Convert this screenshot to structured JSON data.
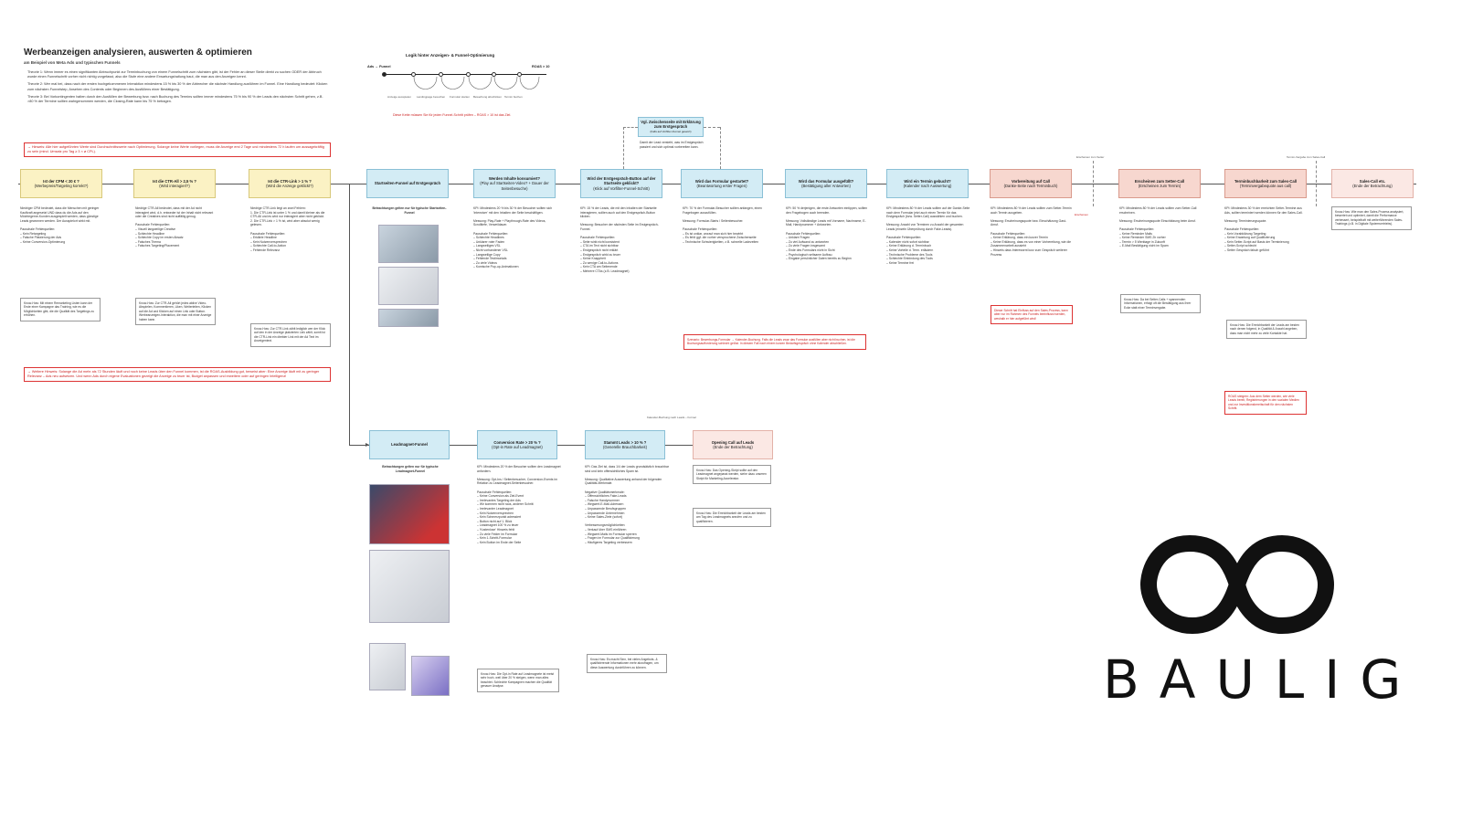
{
  "header": {
    "title": "Werbeanzeigen analysieren, auswerten & optimieren",
    "subtitle": "am Beispiel von Meta Ads und typischen Funnels"
  },
  "theories": [
    "Theorie 1: Wenn immer es einen signifikanten Abbruchpunkt zur Terminbuchung von einem Funnelschritt zum nächsten gibt, ist der Fehler an dieser Stelle direkt zu suchen ODER der Abbruch wurde einen Funnelschritt vorher nicht richtig vorgefasst, also die Stufe eine andere Erwartungshaltung baut, die man aus den Anzeigen kennt.",
    "Theorie 2: Wer mal bei, dass nach der ersten hochgekommenen Interaktion mindestens 15 % bis 30 % der Abbrecher die nächste Handlung ausführen im Funnel. Eine Handlung bedeutet: Klicken zum nächsten Funnelstep, Ansehen des Contents oder Beginnen des Ausfüllens einer Bestätigung.",
    "Theorie 3: Bei Vorkontingenten halten durch den Ausfüllen der Bewerbung bzw. nach Buchung des Termins sollten immer mindestens 75 % bis 90 % der Leads den nächsten Schritt gehen, z.B. >80 % der Termine sollten wahrgenommen werden, die Closing-Rate kann bis 75 % betragen."
  ],
  "hints": {
    "top": "→ Hinweis: Alle hier aufgeführten Werte sind Durchschnittswerte nach Optimierung. Solange keine Werte vorliegen, muss die Anzeige erst 2 Tage und mindestens 72 h laufen um aussagekräftig zu sein (mind. Umsatz pro Tag ≥ 3 × ø CPL).",
    "bottom": "→ Weitere Hinweis: Solange die Ad mehr als 72 Stunden läuft und noch keine Leads über den Funnel kommen, ist die ROAS-Ausbildung gut, beweist aber: Eine Anzeige läuft mit zu geringer Relevanz – Ads neu aufsetzen. Und wenn Ads durch eigene Evaluationen gezeigt die Anzeige zu teuer ist, Budget anpassen und erweitern oder auf geringen Intelligenz!"
  },
  "timeline": {
    "title": "Logik hinter Anzeigen- & Funnel-Optimierung",
    "start_label": "Ads → Funnel",
    "end_label": "ROAS > 10",
    "steps": [
      "Anzeige ausspielen",
      "Landingpage besuchen",
      "Formular starten",
      "Bewerbung abschicken",
      "Termin buchen"
    ],
    "red_note": "Diese Kette müssen Sie für jeden Funnel-Schritt prüfen – ROAS > 10 ist das Ziel."
  },
  "top_note": {
    "title": "Vgl. Zwischenseite mit Erklärung zum Erstgespräch",
    "subtitle": "(Falls auf Vorfilter-Funnel gesetzt)",
    "body": "Damit der Lead versteht, was im Erstgespräch passiert und sich optimal vorbereiten kann."
  },
  "upper_stages": [
    {
      "title": "Ist der CPM < 20 € ?",
      "sub": "(Werbepreis/Targeting korrekt?)"
    },
    {
      "title": "Ist die CTR-All > 2,5 % ?",
      "sub": "(Wird interagiert?)"
    },
    {
      "title": "Ist die CTR-Link > 1 % ?",
      "sub": "(Wird die Anzeige geklickt?)"
    },
    {
      "title": "Startseiten-Funnel auf Erstgespräch",
      "sub": ""
    },
    {
      "title": "Werden Inhalte konsumiert?",
      "sub": "(Play auf Startseiten-Video? + Dauer der Seitenbesuche)"
    },
    {
      "title": "Wird der Erstgespräch-Button auf der Startseite geklickt?",
      "sub": "(Klick auf Vorfilter-Funnel-Schritt)"
    },
    {
      "title": "Wird das Formular gestartet?",
      "sub": "(Beantwortung erster Fragen)"
    },
    {
      "title": "Wird das Formular ausgefüllt?",
      "sub": "(Bestätigung aller Antworten)"
    },
    {
      "title": "Wird ein Termin gebucht?",
      "sub": "(Kalender nach Auswertung)"
    },
    {
      "title": "Vorbereitung auf Call",
      "sub": "(Danke-Seite nach Terminbuch)"
    },
    {
      "title": "Erscheinen zum Setter-Call",
      "sub": "(Erscheinen zum Termin)"
    },
    {
      "title": "Terminbuchbarkeit zum Sales-Call",
      "sub": "(Terminvergabequote aus call)"
    },
    {
      "title": "Sales-Call etc.",
      "sub": "(Ende der Betrachtung)"
    }
  ],
  "lower_stages": [
    {
      "title": "Leadmagnet-Funnel",
      "sub": ""
    },
    {
      "title": "Conversion Rate > 20 % ?",
      "sub": "(Opt-in Rate auf Leadmagnet)"
    },
    {
      "title": "Stammt Leads > 10 % ?",
      "sub": "(Generelle Brauchbarkeit)"
    },
    {
      "title": "Opening Call auf Leads",
      "sub": "(Ende der Betrachtung)"
    }
  ],
  "column_texts": [
    "Niedriger CPM bedeutet, dass die Menschen mit geringer Kaufkraft angesetzt UND dass du die Ads auf den Möchtegerne-Kunden ausgespielt werden, dass günstige Leads gewonnen werden. Der Ausspielort wirkt mit.\n\nPauschale Fehlerquellen:\n– Kein Retargeting\n– Falsche Platzierung der Ads\n– Keine Conversion-Optimierung",
    "Niedrige CTR-All bedeutet, dass mit der Ad nicht interagiert wird, d.h. entweder ist der Inhalt nicht relevant oder die Creatives sind nicht auffällig genug.\n\nPauschale Fehlerquellen:\n– Visuell langweilige Creative\n– Schlechte Headline\n– Schlechte Copy im ersten Absatz\n– Falsches Thema\n– Falsches Targeting/Placement",
    "Niedrige CTR-Link liegt an zwei Fehlern:\n1. Die CTR-Link ist unter 1 % und damit kleiner als die CTR-All und es wird nur interagiert aber nicht geklickt.\n2. Die CTR-Link > 1 % ist, wird aber absolut wenig gelesen.\n\nPauschale Fehlerquellen:\n– Erklärte Headline\n– Kein Nutzenversprechen\n– Schlechte Call-to-Action\n– Fehlende Relevanz",
    "Betrachtungen gelten nur für typische Startseiten-Funnel",
    "KPI: Mindestens 20 % bis 30 % der Besucher sollten sich 'intensiver' mit den Inhalten der Seite beschäftigen.\n\nMessung: Play-Rate + Playthrough-Rate des Videos, Scrolltiefe, Verweildauer.\n\nPauschale Fehlerquellen:\n– Schlechte Headlines\n– Unklarer roter Faden\n– Langweiliges VSL\n– Nicht vorhandener VSL\n– Langweilige Copy\n– Fehlende Testimonials\n– Zu viele Videos\n– Komische Pop-up-Animationen",
    "KPI: 15 % der Leads, die mit den Inhalten der Startseite interagieren, sollten auch auf den Erstgespräch-Button klicken.\n\nMessung: Besucher der nächsten Seite im Erstgespräch-Funnel.\n\nPauschale Fehlerquellen:\n– Seite wirkt nicht konsistent\n– CTA im Text nicht sichtbar\n– Erstgespräch nicht erklärt\n– Erstgespräch wirkt zu teuer\n– Keine Knappheit\n– Zu wenige Call-to-Actions\n– Kein CTA am Seitenende\n– Mehrere CTAs (z.B. Leadmagnet)",
    "KPI: 70 % der Formular-Besucher sollten anfangen, einen Fragebogen auszufüllen.\n\nMessung: Formular-Starts / Seitenbesucher.\n\nPauschale Fehlerquellen:\n– Es ist unklar, worauf man sich hier bewirbt\n– Es fehlt ggf. die vorher versprochene Zwischenseite\n– Technische Schwierigkeiten, z.B. schnelle Ladezeiten",
    "KPI: 50 % derjenigen, die erste Antworten eintippen, sollten den Fragebogen auch beenden.\n\nMessung: Vollständige Leads mit Vorname, Nachname, E-Mail, Handynummer + Antworten.\n\nPauschale Fehlerquellen:\n– Unklare Fragen\n– Zu viel Aufwand zu antworten\n– Zu viele Fragen insgesamt\n– Ende des Formulars nicht in Sicht\n– Psychologisch seltsame Aufbau\n– Eingabe persönlicher Daten bereits zu Beginn",
    "KPI: Mindestens 80 % der Leads sollten auf der Danke-Seite nach dem Formular jetzt auch einen Termin für das Erstgespräch (bzw. Setter-Call) auswählen und buchen.\n\nMessung: Anzahl von Terminen zu Anzahl der gesamten Leads (einzeln Überprüfung durch Fake-Leads).\n\nPauschale Fehlerquellen:\n– Kalender nicht sofort sichtbar\n– Keine Erklärung d. Terminbuch\n– Keine Vorteile d. Term. erläutern\n– Technische Probleme des Tools\n– Schlechte Einbindung des Tools\n– Keine Termine frei",
    "KPI: Mindestens 80 % der Leads sollten zum Setter-Termin auch Termin ausgeben.\n\nMessung: Erscheinungsquote bzw. Einschätzung Gast-Anruf.\n\nPauschale Fehlerquellen:\n– Keine Erklärung, dass ein kurzer Termin\n– Keine Erklärung, dass es von einer Vorbereitung, wie die Zusammenarbeit aussieht\n– Hinweis dass Interessent kurz zum Gespräch weiterer Prozess",
    "KPI: Mindestens 80 % der Leads sollten zum Setter-Call erscheinen.\n\nMessung: Erscheinungsquote Einschätzung beim Anruf.\n\nPauschale Fehlerquellen:\n– Keine Reminder Mails\n– Keine Reminder SMS 2h vorher\n– Termin > 5 Werktage in Zukunft\n– E-Mail Bestätigung nicht im Spam",
    "KPI: Mindestens 30 % der erreichten Setter-Termine aus Ads, sollten terminiert werden können für den Sales-Call.\n\nMessung: Terminierungsquote.\n\nPauschale Fehlerquellen:\n– Kein Vorabklärung Targeting\n– Keine Erwartung auf Qualifizierung\n– Kein Setter-Script auf Basis der Terminierung\n– Setter-Script schlecht\n– Setter Gespräch falsch geführt",
    "Know-How: Wie man den Sales-Prozess analysiert, bewertet und optimiert, damit die Performance verbessert, beispielhaft mit weiterführenden Sales-Trainings (z.B. in Digitale Systemvertriebs)."
  ],
  "lower_texts": [
    "Betrachtungen gelten nur für typische Leadmagnet-Funnel",
    "KPI: Mindestens 20 % der Besucher sollten den Leadmagnet anfordern.\n\nMessung: Opt-Ins / Seitenbesucher, Conversion-Events im Relation zu Leadmagnet-Seitenbesucher.\n\nPauschale Fehlerquellen:\n– Keine Conversion als Ziel-Event\n– Irrelevantes Targeting der Ads\n– Wir kommen nicht raus, anderer Schritt\n– Irrelevanter Leadmagnet\n– Kein Nutzenversprechen\n– Kein Schmerzpunkt adressiert\n– Button nicht auf 1. Blick\n– Leadmagnet 100 % zu teuer\n– 'Kostenlose' Hinweis fehlt\n– Zu viele Felder im Formular\n– Kein 1-Schritt-Formular\n– Kein Button im Ende der Seite",
    "KPI: Das Ziel ist, dass 1/4 der Leads grundsätzlich brauchbar sind und kein offensichtliches Spam ist.\n\nMessung: Qualitative Auswertung anhand der folgenden Qualitäts-Merkmale.\n\nNegative Qualitätsmerkmale:\n– Offensichtliches Fake-Leads\n– Falsche Handynummer\n– Wegwerf-E-Mail-Adressen\n– Unpassende Berufsgruppen\n– Unpassende Unternehmen\n– Keine Sales-Ziele (sofort)\n\nVerbesserungsmöglichkeiten:\n– Verkauf über SMS einführen\n– Wegwerf-Mails im Formular sperren\n– Fragen im Formular zur Qualifizierung\n– Häufigeres Targeting verbessern",
    "Know-How: Das Opening-Skript sollte auf den Leadmagnet angepasst werden, siehe dazu unseren Skript für Marketing-Accelerator."
  ],
  "notes": [
    "Know-How: Mit einem Remarketing Listen kann der Erste einer Kampagne das Training, wie es die Möglichkeiten gibt, die die Qualität des Targetings zu erhöhen.",
    "Know-How: Zur CTR-All gehört jedes aktive Video-Abspielen, Kommentieren, Liken, Weiterleiten, Klicken auf die Ad und Klicken auf einen Link oder Button. Werbeanzeigen-Interaktion, die man mit einer Anzeige haben kann.",
    "Know-How: Zur CTR-Link zählt lediglich wer der Klick auf den in der Anzeige platzierten Link zählt, somit ist die CTR-Link ein direkter Link mit der Ad Text im Anzeigentext.",
    "Know-How: Die Opt-in Rate auf Leadmagnete ist meist sehr hoch, weil über 20 % steigen, wenn man alles beachtet. Schlechte Kampagnen machen die Qualität genauer Analyse.",
    "Know-How: Die Erreichbarkeit der Leads am besten nach denen folgend, in Qualität & Anzahl angeben, dass man nicht mehr zu viele Kontakte hat.",
    "Know-How: Es macht Sinn, bei vielen Angebots- & qualifizierende Informationen mehr abzufragen, um diese Auswertung durchführen zu können.",
    "Know-How: Die Erreichbarkeit der Leads am besten am Tag des Leadmagnets anrufen und zu qualifizieren.",
    "Know-How: Da bei Setter-Calls + spannenden Informationen, erfolgt oft die Bestätigung aus Ihrer Ecke statt einer Terminvergabe."
  ],
  "red_notes": [
    "Dieser Schritt hat Einfluss auf den Sales-Prozess, kann aber nur im Rahmen des Funnels beeinflusst werden, weshalb er hier aufgeführt wird!",
    "Szenario: Bewerbungs-Formular → Kalender-Buchung. Falls die Leads zwar das Formular ausfüllen aber nicht buchen, ist die Buchungsaufforderung schlecht gelöst. In diesem Fall nach einem kurzen Bedarfsgespräch ohne Kalender abschließen.",
    "ROAS steigern: Aus dem Setter werden, wie viele Leads bereit, Registrierungen in den sozialen Medien und zur Investitionsbereitschaft für den nächsten Schritt."
  ],
  "connector_labels": {
    "setter_gap": "Erscheinen zum Setter",
    "sales_gap": "Termin-Vergabe zum Sales-Call",
    "lower_gap": "Kalender-Buchung nach Leads – Formel",
    "mid_arrow": "Erscheinen"
  },
  "logo": {
    "wordmark": "BAULIG"
  }
}
